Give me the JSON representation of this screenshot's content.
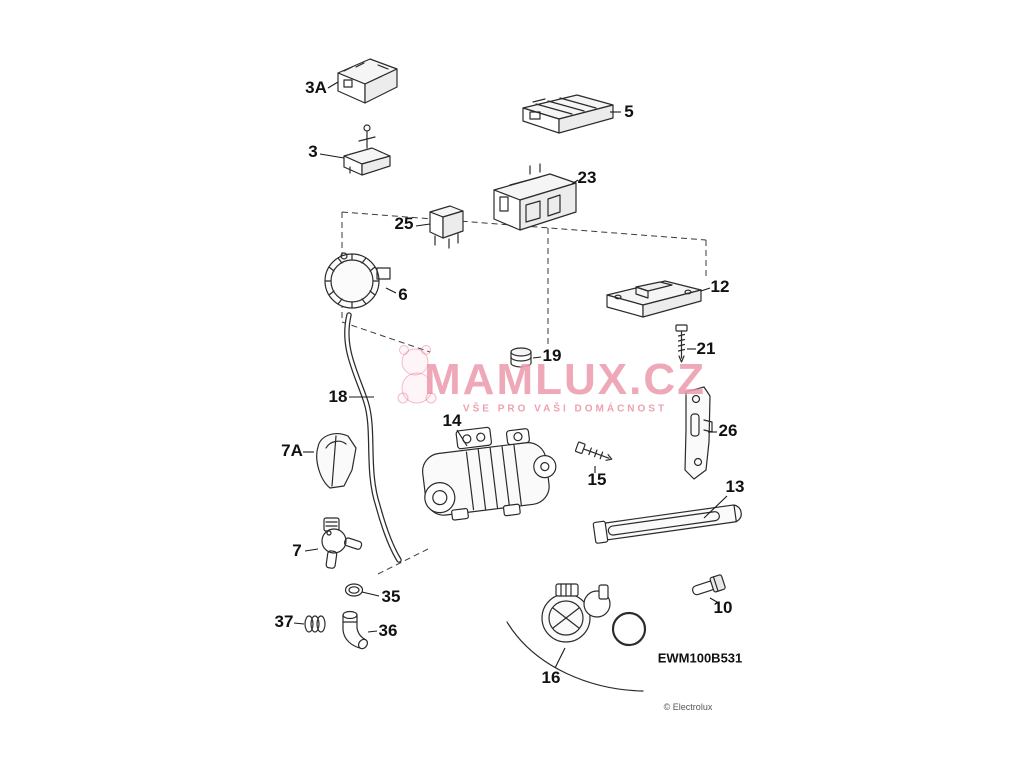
{
  "diagram": {
    "code": "EWM100B531",
    "copyright": "© Electrolux",
    "watermark": {
      "title": "MAMLUX.CZ",
      "subtitle": "VŠE PRO VAŠI DOMÁCNOST"
    },
    "labels": [
      {
        "id": "3A",
        "text": "3A"
      },
      {
        "id": "3",
        "text": "3"
      },
      {
        "id": "5",
        "text": "5"
      },
      {
        "id": "23",
        "text": "23"
      },
      {
        "id": "25",
        "text": "25"
      },
      {
        "id": "6",
        "text": "6"
      },
      {
        "id": "12",
        "text": "12"
      },
      {
        "id": "21",
        "text": "21"
      },
      {
        "id": "19",
        "text": "19"
      },
      {
        "id": "18",
        "text": "18"
      },
      {
        "id": "14",
        "text": "14"
      },
      {
        "id": "26",
        "text": "26"
      },
      {
        "id": "7A",
        "text": "7A"
      },
      {
        "id": "15",
        "text": "15"
      },
      {
        "id": "13",
        "text": "13"
      },
      {
        "id": "7",
        "text": "7"
      },
      {
        "id": "35",
        "text": "35"
      },
      {
        "id": "37",
        "text": "37"
      },
      {
        "id": "36",
        "text": "36"
      },
      {
        "id": "10",
        "text": "10"
      },
      {
        "id": "16",
        "text": "16"
      }
    ]
  }
}
